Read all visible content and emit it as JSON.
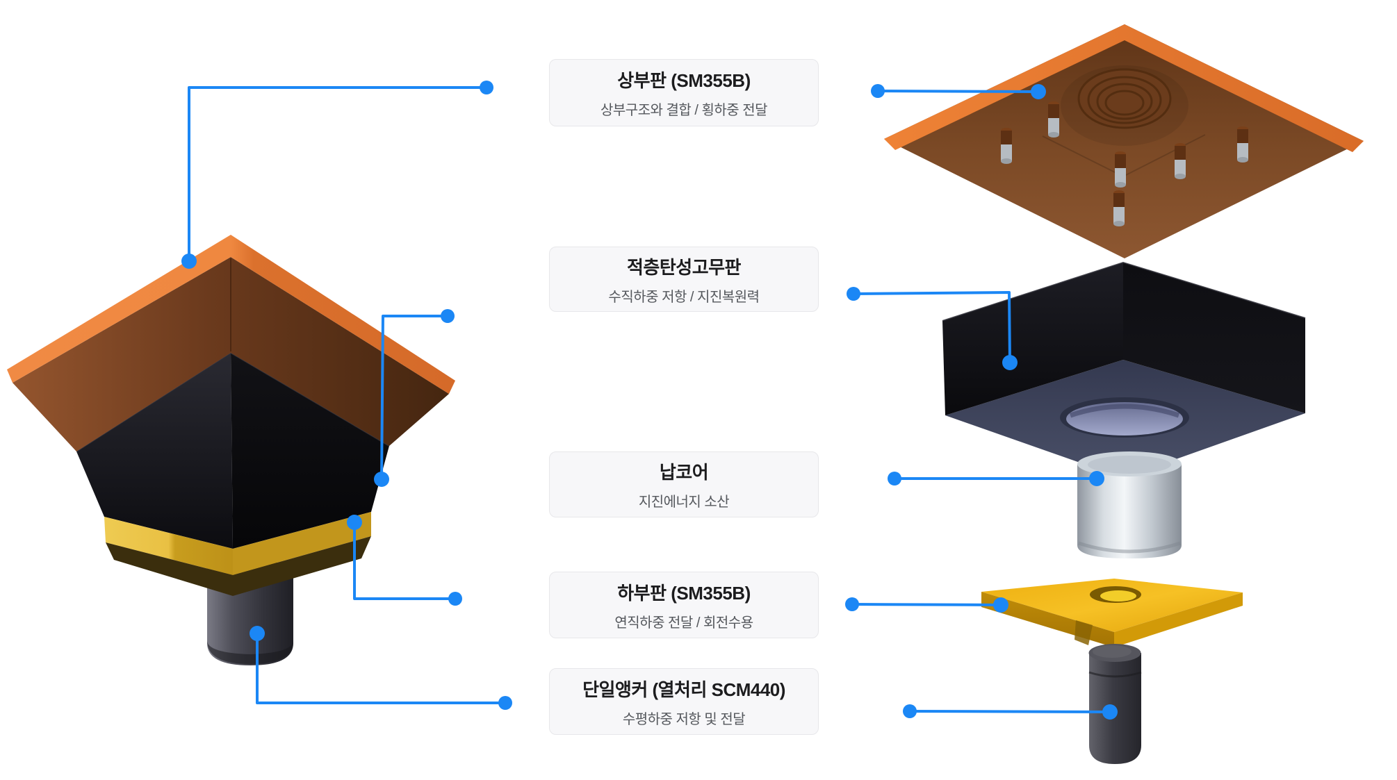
{
  "diagram": {
    "subject": "lead-rubber-seismic-isolation-bearing",
    "left_view": "assembled-bearing-3d-render",
    "right_view": "exploded-components-3d-render"
  },
  "labels": [
    {
      "id": "top-plate",
      "title": "상부판 (SM355B)",
      "subtitle": "상부구조와 결합 / 횡하중 전달"
    },
    {
      "id": "rubber-pad",
      "title": "적층탄성고무판",
      "subtitle": "수직하중 저항 / 지진복원력"
    },
    {
      "id": "lead-core",
      "title": "납코어",
      "subtitle": "지진에너지 소산"
    },
    {
      "id": "bottom-plate",
      "title": "하부판 (SM355B)",
      "subtitle": "연직하중 전달 / 회전수용"
    },
    {
      "id": "anchor",
      "title": "단일앵커 (열처리 SCM440)",
      "subtitle": "수평하중 저항 및 전달"
    }
  ],
  "components": [
    {
      "id": "top-plate",
      "material": "SM355B"
    },
    {
      "id": "laminated-elastic-rubber-pad"
    },
    {
      "id": "lead-core"
    },
    {
      "id": "bottom-plate",
      "material": "SM355B"
    },
    {
      "id": "single-anchor",
      "material": "열처리 SCM440"
    }
  ],
  "colors": {
    "accent_blue": "#1B87F5",
    "top_plate_orange": "#E8792F",
    "plate_underside_brown": "#7A4526",
    "rubber_black": "#0B0B0E",
    "rubber_bottom_slate": "#3F4459",
    "lead_core_silver": "#D9DFE5",
    "bottom_plate_gold": "#F0B313",
    "anchor_charcoal": "#35353C",
    "label_box_bg": "#F7F7F9",
    "label_box_border": "#E7E7EA",
    "label_title_color": "#1C1C1E",
    "label_subtitle_color": "#54575C",
    "background": "#FFFFFF"
  }
}
